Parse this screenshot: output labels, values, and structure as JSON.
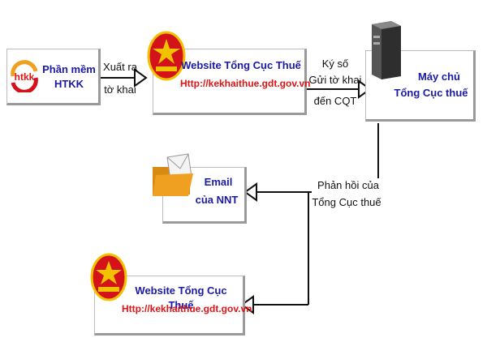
{
  "nodes": {
    "htkk": {
      "logo_text": "htkk",
      "line1": "Phần mềm",
      "line2": "HTKK"
    },
    "website_top": {
      "title": "Website Tổng Cục Thuế",
      "url": "Http://kekhaithue.gdt.gov.vn"
    },
    "server": {
      "line1": "Máy chủ",
      "line2": "Tổng Cục thuế"
    },
    "email": {
      "line1": "Email",
      "line2": "của NNT"
    },
    "website_bottom": {
      "title": "Website Tổng Cục Thuế",
      "url": "Http://kekhaithue.gdt.gov.vn"
    }
  },
  "edges": {
    "export": {
      "line1": "Xuất ra",
      "line2": "tờ khai"
    },
    "sign": {
      "line1": "Ký số",
      "line2": "Gửi tờ khai",
      "line3": "đến CQT"
    },
    "feedback": {
      "line1": "Phản hồi của",
      "line2": "Tổng Cục thuế"
    }
  },
  "colors": {
    "title_blue": "#1a1aa6",
    "url_red": "#e01414",
    "emblem_red": "#d4121a",
    "emblem_gold": "#f2c200",
    "folder_orange": "#f0a020"
  }
}
